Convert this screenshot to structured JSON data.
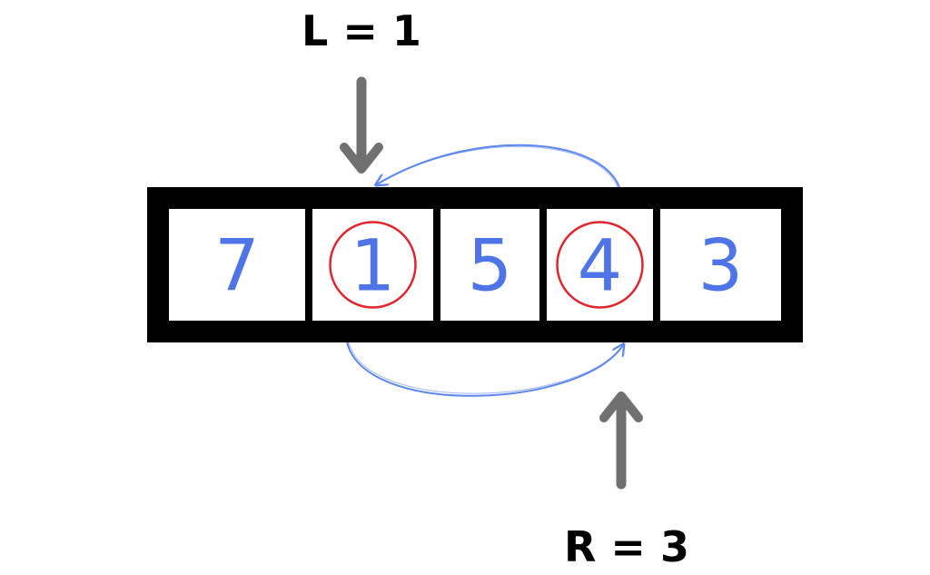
{
  "diagram": {
    "array": {
      "values": [
        "7",
        "1",
        "5",
        "4",
        "3"
      ],
      "highlighted_indices": [
        1,
        3
      ]
    },
    "pointers": {
      "left": {
        "label": "L = 1",
        "index": 1,
        "position": "top"
      },
      "right": {
        "label": "R = 3",
        "index": 3,
        "position": "bottom"
      }
    },
    "colors": {
      "frame": "#000000",
      "cell_fill": "#ffffff",
      "value": "#4f74e8",
      "highlight_circle": "#e0262d",
      "pointer_arrow": "#707070",
      "swap_arrow": "#5e86f0"
    }
  }
}
